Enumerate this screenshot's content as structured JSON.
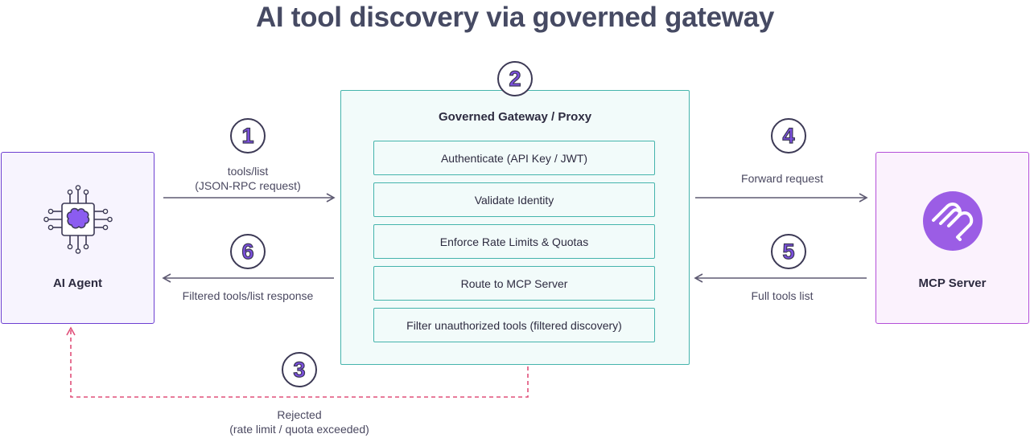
{
  "title": "AI tool discovery via governed gateway",
  "nodes": {
    "agent": {
      "label": "AI Agent",
      "icon": "ai-chip-icon"
    },
    "gateway": {
      "title": "Governed Gateway / Proxy",
      "steps": [
        "Authenticate (API Key / JWT)",
        "Validate Identity",
        "Enforce Rate Limits & Quotas",
        "Route to MCP Server",
        "Filter unauthorized tools (filtered discovery)"
      ]
    },
    "server": {
      "label": "MCP Server",
      "icon": "mcp-logo-icon"
    }
  },
  "edges": {
    "request": {
      "number": "1",
      "line1": "tools/list",
      "line2": "(JSON-RPC request)"
    },
    "gateway_step": {
      "number": "2"
    },
    "rejected": {
      "number": "3",
      "line1": "Rejected",
      "line2": "(rate limit / quota exceeded)"
    },
    "forward": {
      "number": "4",
      "label": "Forward request"
    },
    "full_list": {
      "number": "5",
      "label": "Full tools list"
    },
    "filtered_response": {
      "number": "6",
      "label": "Filtered tools/list response"
    }
  },
  "colors": {
    "agent_border": "#6d3fd1",
    "agent_fill": "#f7f4fe",
    "server_border": "#b44fd8",
    "server_fill": "#fbf2fd",
    "gateway_border": "#45b4ac",
    "gateway_fill": "#f2fbfa",
    "arrow": "#5e5a72",
    "rejected_arrow": "#e0507a",
    "badge_number": "#7c4fe0"
  }
}
